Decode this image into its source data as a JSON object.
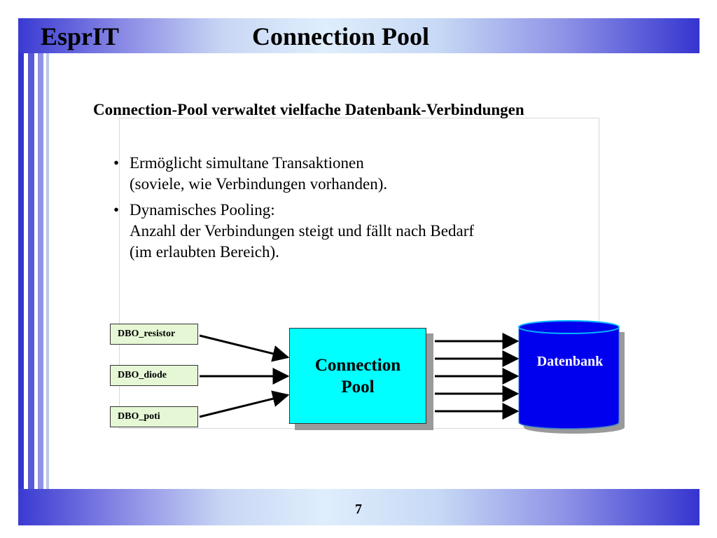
{
  "header": {
    "brand": "EsprIT",
    "title": "Connection Pool"
  },
  "subtitle": "Connection-Pool verwaltet vielfache Datenbank-Verbindungen",
  "bullets": [
    {
      "lines": [
        "Ermöglicht simultane Transaktionen",
        "(soviele, wie Verbindungen vorhanden)."
      ]
    },
    {
      "lines": [
        "Dynamisches Pooling:",
        "Anzahl der Verbindungen steigt und fällt nach Bedarf",
        "(im erlaubten Bereich)."
      ]
    }
  ],
  "bullet_symbol": "•",
  "diagram": {
    "clients": [
      "DBO_resistor",
      "DBO_diode",
      "DBO_poti"
    ],
    "pool": [
      "Connection",
      "Pool"
    ],
    "database": "Datenbank",
    "pool_to_db_connections": 5
  },
  "colors": {
    "client_box": "#e6f7d6",
    "pool_box": "#00ffff",
    "database": "#0000ee",
    "accent_blue": "#3535d0"
  },
  "footer": {
    "page_number": "7"
  }
}
